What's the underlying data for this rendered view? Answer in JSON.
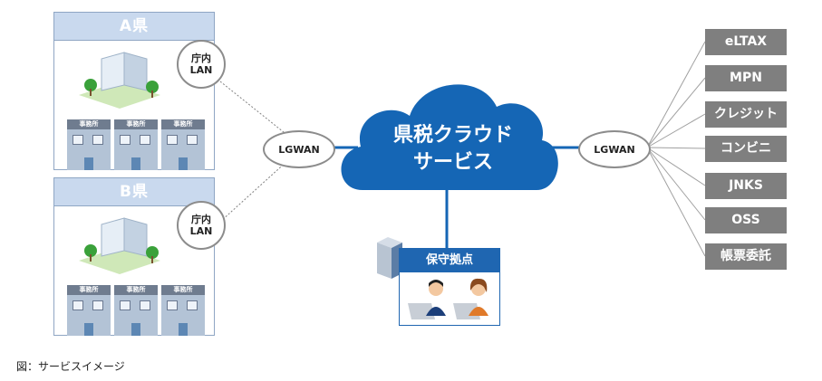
{
  "prefectures": [
    {
      "title": "A県",
      "lan_lines": [
        "庁内",
        "LAN"
      ],
      "office_label": "事務所"
    },
    {
      "title": "B県",
      "lan_lines": [
        "庁内",
        "LAN"
      ],
      "office_label": "事務所"
    }
  ],
  "lgwan_left": "LGWAN",
  "lgwan_right": "LGWAN",
  "cloud": {
    "line1": "県税クラウド",
    "line2": "サービス"
  },
  "maintenance": {
    "title": "保守拠点"
  },
  "services": [
    "eLTAX",
    "MPN",
    "クレジット",
    "コンビニ",
    "JNKS",
    "OSS",
    "帳票委託"
  ],
  "caption": "図：サービスイメージ",
  "colors": {
    "cloud": "#1566b5",
    "service_box": "#7f7f7f",
    "pref_header": "#c9d9ee",
    "maint_header": "#1f66b1"
  }
}
